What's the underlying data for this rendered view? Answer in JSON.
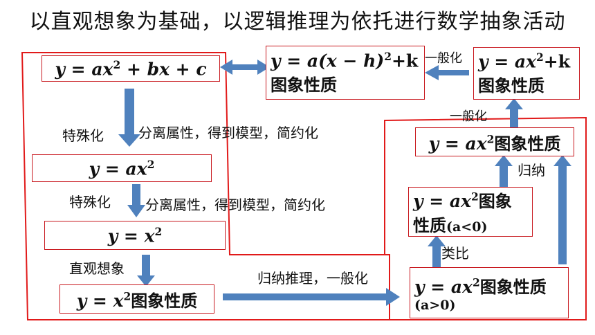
{
  "title": "以直观想象为基础，以逻辑推理为依托进行数学抽象活动",
  "boxes": {
    "general": {
      "lhs": "y",
      "eq": " = ",
      "a": "ax",
      "exp": "2",
      "rest": " + bx + c"
    },
    "vertex": {
      "expr": "y = a(x − h)",
      "exp": "2",
      "tail": "+k",
      "caption": "图象性质"
    },
    "vertex_general": {
      "expr": "y = ax",
      "exp": "2",
      "tail": "+k",
      "caption": "图象性质"
    },
    "ax2": {
      "expr": "y = ax",
      "exp": "2"
    },
    "x2": {
      "expr": "y = x",
      "exp": "2"
    },
    "x2_props": {
      "expr": "y = x",
      "exp": "2",
      "caption": "图象性质"
    },
    "ax2_props": {
      "expr": "y = ax",
      "exp": "2",
      "caption": "图象性质"
    },
    "ax2_neg": {
      "expr": "y = ax",
      "exp": "2",
      "caption1": "图象",
      "caption2": "性质",
      "cond": "(a<0)"
    },
    "ax2_pos": {
      "expr": "y = ax",
      "exp": "2",
      "caption": "图象性质",
      "cond": "(a>0)"
    }
  },
  "labels": {
    "special1": "特殊化",
    "separate1": "分离属性，得到模型，简约化",
    "special2": "特殊化",
    "separate2": "分离属性，得到模型，简约化",
    "intuition": "直观想象",
    "induction_reasoning": "归纳推理，一般化",
    "generalize_top": "一般化",
    "generalize_mid": "一般化",
    "induce": "归纳",
    "analogy": "类比"
  },
  "colors": {
    "arrow": "#4f81bd",
    "border": "#c8171d"
  }
}
